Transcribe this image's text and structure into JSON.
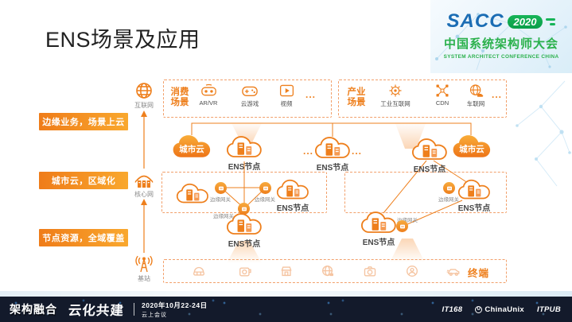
{
  "title": "ENS场景及应用",
  "logo": {
    "name": "SACC",
    "year": "2020",
    "title_cn": "中国系统架构师大会",
    "title_en": "SYSTEM ARCHITECT CONFERENCE CHINA"
  },
  "banners": {
    "edge": "边缘业务，场景上云",
    "city": "城市云，区域化",
    "node": "节点资源，全域覆盖"
  },
  "axis": {
    "internet": "互联网",
    "core": "核心网",
    "base": "基站"
  },
  "consumer": {
    "title": "消费场景",
    "arvr": "AR/VR",
    "cloud_gaming": "云游戏",
    "video": "视频",
    "more": "..."
  },
  "industry": {
    "title": "产业场景",
    "iiot": "工业互联网",
    "cdn": "CDN",
    "iov": "车联网",
    "more": "..."
  },
  "labels": {
    "city_cloud": "城市云",
    "ens_node": "ENS节点",
    "edge_gateway": "边缘网关",
    "dots": "...",
    "terminal": "终端"
  },
  "footer": {
    "brand1": "架构融合",
    "brand2": "云化共建",
    "date": "2020年10月22-24日",
    "venue": "云上会议",
    "partner1": "IT168",
    "partner2": "ChinaUnix",
    "partner3": "ITPUB"
  },
  "colors": {
    "accent_orange": "#ee7f1c",
    "brand_green": "#2bb14c",
    "brand_blue": "#1b6db4",
    "footer_navy": "#131a2b"
  }
}
